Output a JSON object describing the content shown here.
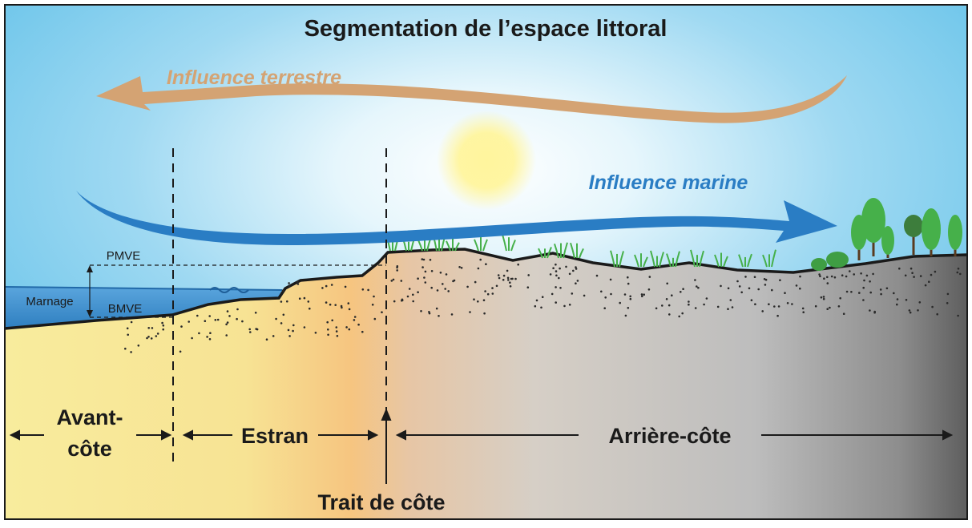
{
  "diagram": {
    "title": "Segmentation de l’espace littoral",
    "influences": {
      "terrestrial": {
        "label": "Influence terrestre",
        "color": "#d4a373"
      },
      "marine": {
        "label": "Influence marine",
        "color": "#2a7dc4"
      }
    },
    "water_levels": {
      "high": "PMVE",
      "low": "BMVE",
      "range": "Marnage"
    },
    "zones": {
      "offshore_line1": "Avant-",
      "offshore_line2": "côte",
      "foreshore": "Estran",
      "backshore": "Arrière-côte"
    },
    "shoreline_label": "Trait de côte",
    "colors": {
      "sky": "#8fd0ef",
      "sun": "#fff176",
      "sea": "#3f92d0",
      "sand": "#f6e79a",
      "rock": "#7a7a7a",
      "vegetation": "#46b04a"
    }
  }
}
